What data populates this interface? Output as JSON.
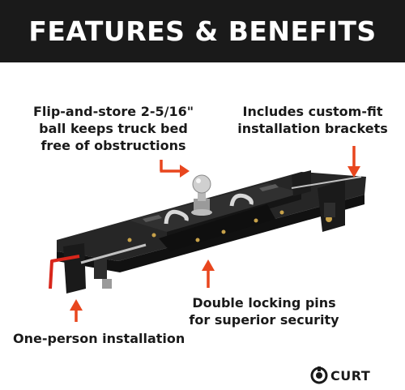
{
  "header": {
    "title": "FEATURES & BENEFITS"
  },
  "callouts": {
    "ball": [
      "Flip-and-store 2-5/16\"",
      "ball keeps truck bed",
      "free of obstructions"
    ],
    "brackets": [
      "Includes custom-fit",
      "installation brackets"
    ],
    "pins": [
      "Double locking pins",
      "for superior security"
    ],
    "install": [
      "One-person installation"
    ]
  },
  "brand": {
    "logo_text": "CURT"
  },
  "colors": {
    "banner": "#1a1a1a",
    "text": "#1a1a1a",
    "arrow": "#e8461e",
    "hitch_body": "#1c1c1c",
    "handle": "#d8261b",
    "chrome": "#c9c9c9"
  }
}
